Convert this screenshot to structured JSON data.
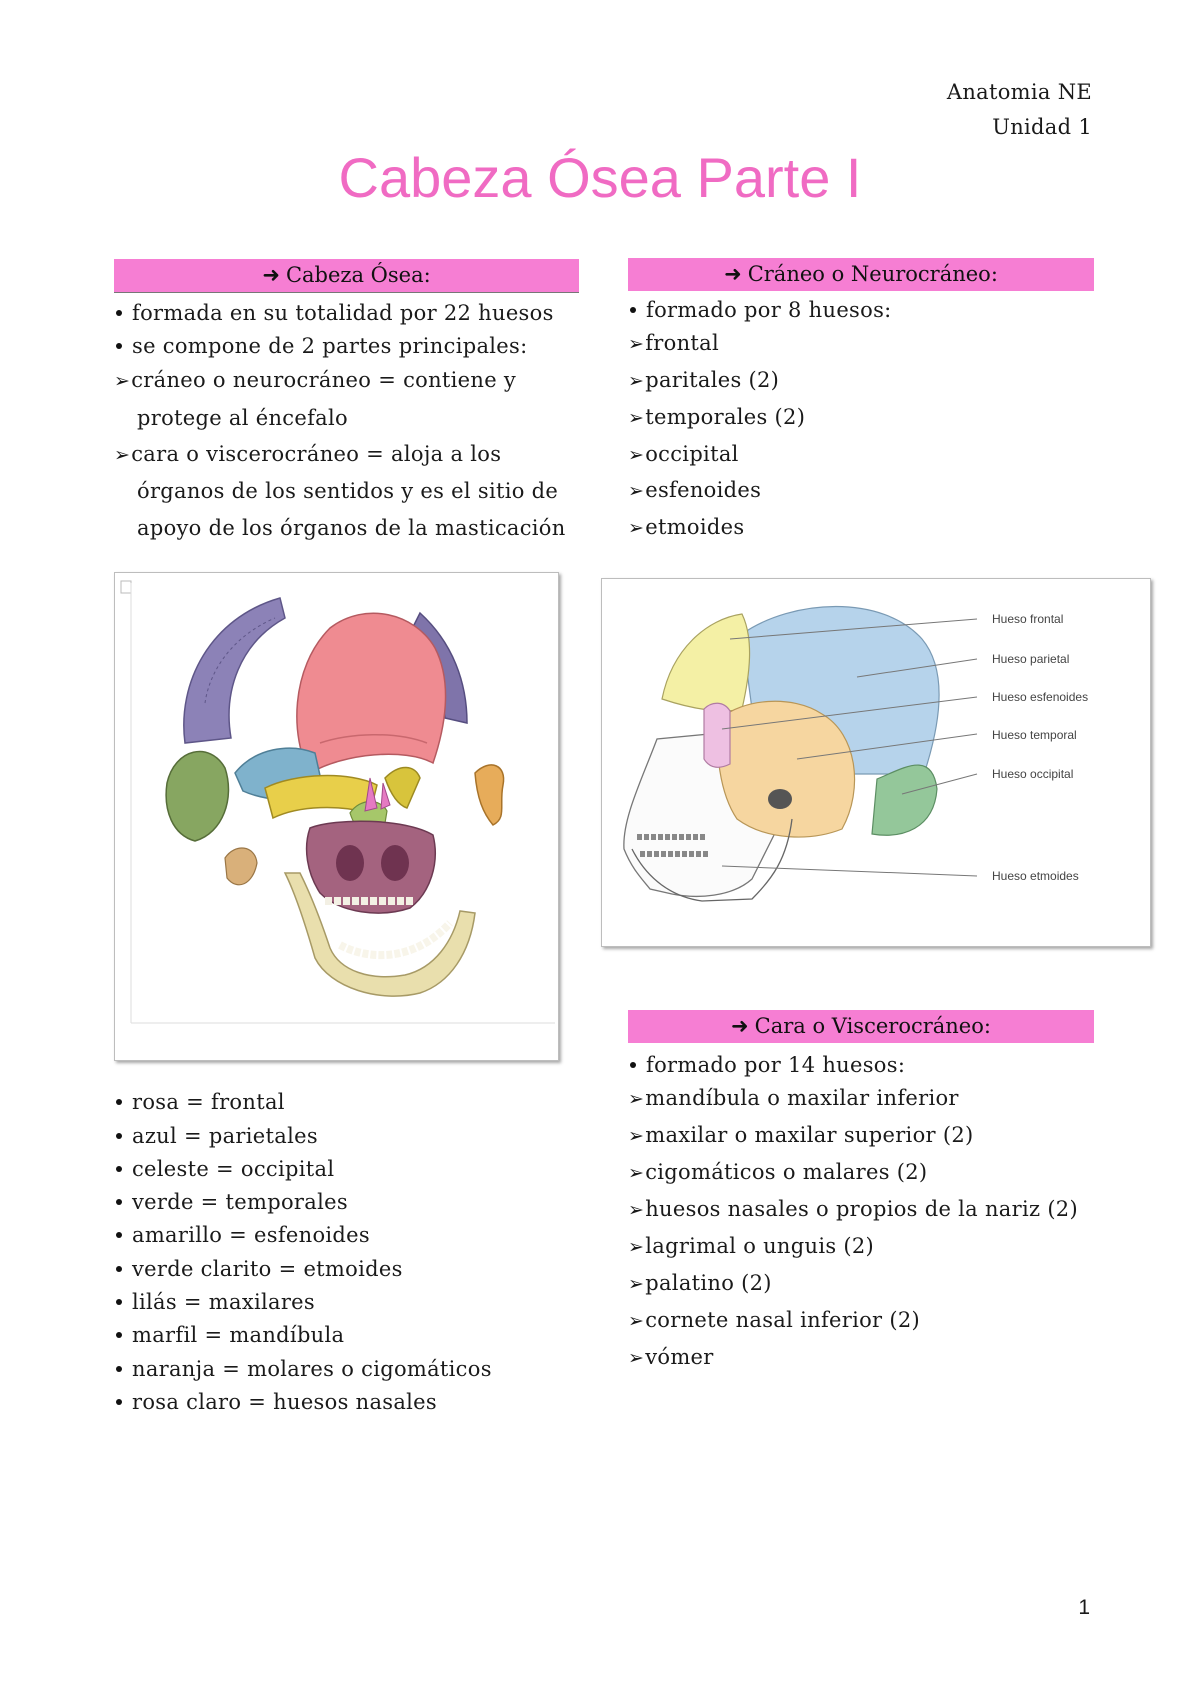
{
  "header": {
    "course": "Anatomia NE",
    "unit": "Unidad 1"
  },
  "title": "Cabeza Ósea Parte I",
  "section_cabeza": {
    "heading": "Cabeza Ósea:",
    "items": [
      "formada en su totalidad por 22 huesos",
      "se compone de 2 partes principales:"
    ],
    "sub1_line1": "cráneo o neurocráneo = contiene y",
    "sub1_line2": "protege al éncefalo",
    "sub2_line1": "cara o viscerocráneo = aloja a los",
    "sub2_line2": "órganos de los sentidos y es el sitio de",
    "sub2_line3": "apoyo de los órganos de la masticación"
  },
  "section_craneo": {
    "heading": "Cráneo o Neurocráneo:",
    "intro": "formado por 8 huesos:",
    "items": [
      "frontal",
      "paritales (2)",
      "temporales (2)",
      "occipital",
      "esfenoides",
      "etmoides"
    ]
  },
  "skull_diagram": {
    "labels": [
      "Hueso frontal",
      "Hueso parietal",
      "Hueso esfenoides",
      "Hueso temporal",
      "Hueso occipital",
      "Hueso etmoides"
    ]
  },
  "legend": [
    "rosa = frontal",
    "azul = parietales",
    "celeste = occipital",
    "verde = temporales",
    "amarillo = esfenoides",
    "verde clarito = etmoides",
    "lilás = maxilares",
    "marfil = mandíbula",
    "naranja = molares o cigomáticos",
    "rosa claro = huesos nasales"
  ],
  "section_cara": {
    "heading": "Cara o Viscerocráneo:",
    "intro": "formado por 14 huesos:",
    "items": [
      "mandíbula o maxilar inferior",
      "maxilar o maxilar superior (2)",
      "cigomáticos o malares (2)",
      "huesos nasales o propios de la nariz (2)",
      "lagrimal o unguis (2)",
      "palatino (2)",
      "cornete nasal inferior (2)",
      "vómer"
    ]
  },
  "icons": {
    "arrow": "right-arrow-icon",
    "bullet": "bullet-icon",
    "chevron": "chevron-bullet-icon"
  },
  "colors": {
    "accent": "#f67ed3",
    "title": "#f06bc3"
  },
  "page_number": "1"
}
